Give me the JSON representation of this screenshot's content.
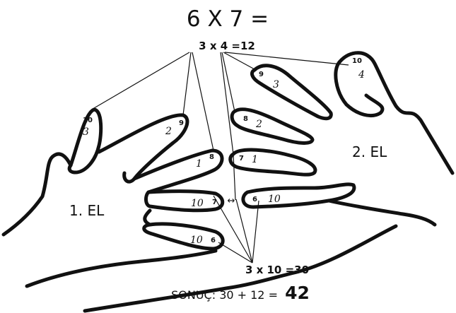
{
  "title": "6 X 7 =",
  "top_equation": "3 x 4 =12",
  "bottom_equation": "3 x 10 =30",
  "result": {
    "prefix": "SONUÇ: 30 + 12 =",
    "value": "42"
  },
  "hands": {
    "left_label": "1. EL",
    "right_label": "2. EL"
  },
  "arrow_glyph": "↔",
  "left_fingers": [
    {
      "number": "10",
      "italic": "3"
    },
    {
      "number": "9",
      "italic": "2"
    },
    {
      "number": "8",
      "italic": "1"
    },
    {
      "number": "7",
      "italic": "10"
    },
    {
      "number": "6",
      "italic": "10"
    }
  ],
  "right_fingers": [
    {
      "number": "10",
      "italic": "4"
    },
    {
      "number": "9",
      "italic": "3"
    },
    {
      "number": "8",
      "italic": "2"
    },
    {
      "number": "7",
      "italic": "1"
    },
    {
      "number": "6",
      "italic": "10"
    }
  ]
}
